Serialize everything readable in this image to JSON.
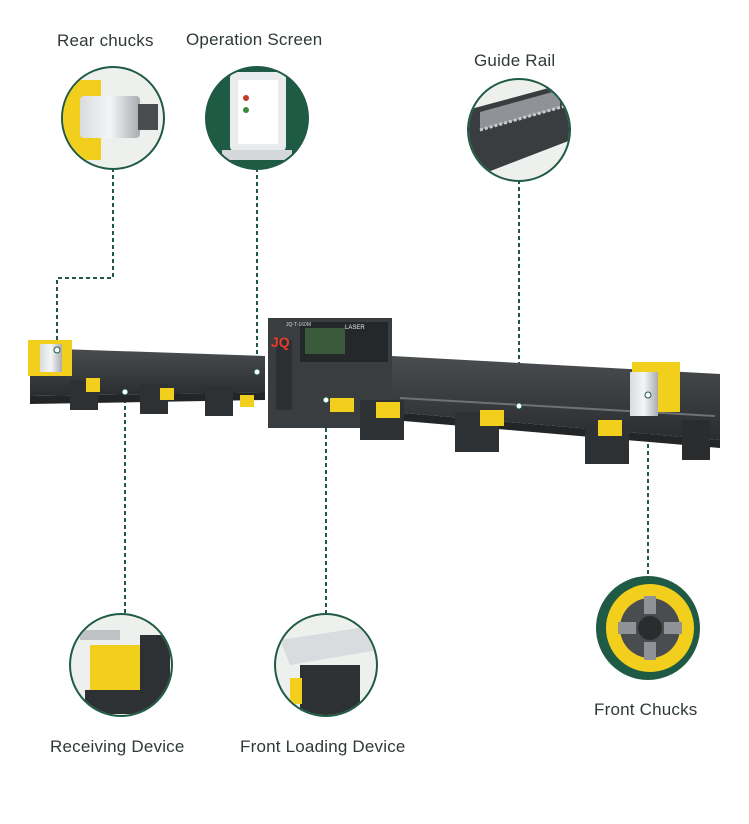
{
  "colors": {
    "accent_green": "#1f5a44",
    "machine_dark": "#3a3d3f",
    "machine_yellow": "#f2cf1d",
    "callout_line": "#1f5a44"
  },
  "callouts": [
    {
      "id": "rear-chucks",
      "label": "Rear chucks"
    },
    {
      "id": "operation-screen",
      "label": "Operation Screen"
    },
    {
      "id": "guide-rail",
      "label": "Guide Rail"
    },
    {
      "id": "receiving-device",
      "label": "Receiving Device"
    },
    {
      "id": "front-loading-device",
      "label": "Front Loading Device"
    },
    {
      "id": "front-chucks",
      "label": "Front Chucks"
    }
  ],
  "machine": {
    "brand_mark": "JQ",
    "brand_text": "LASER",
    "model_plate": "JQ-T-160M"
  }
}
